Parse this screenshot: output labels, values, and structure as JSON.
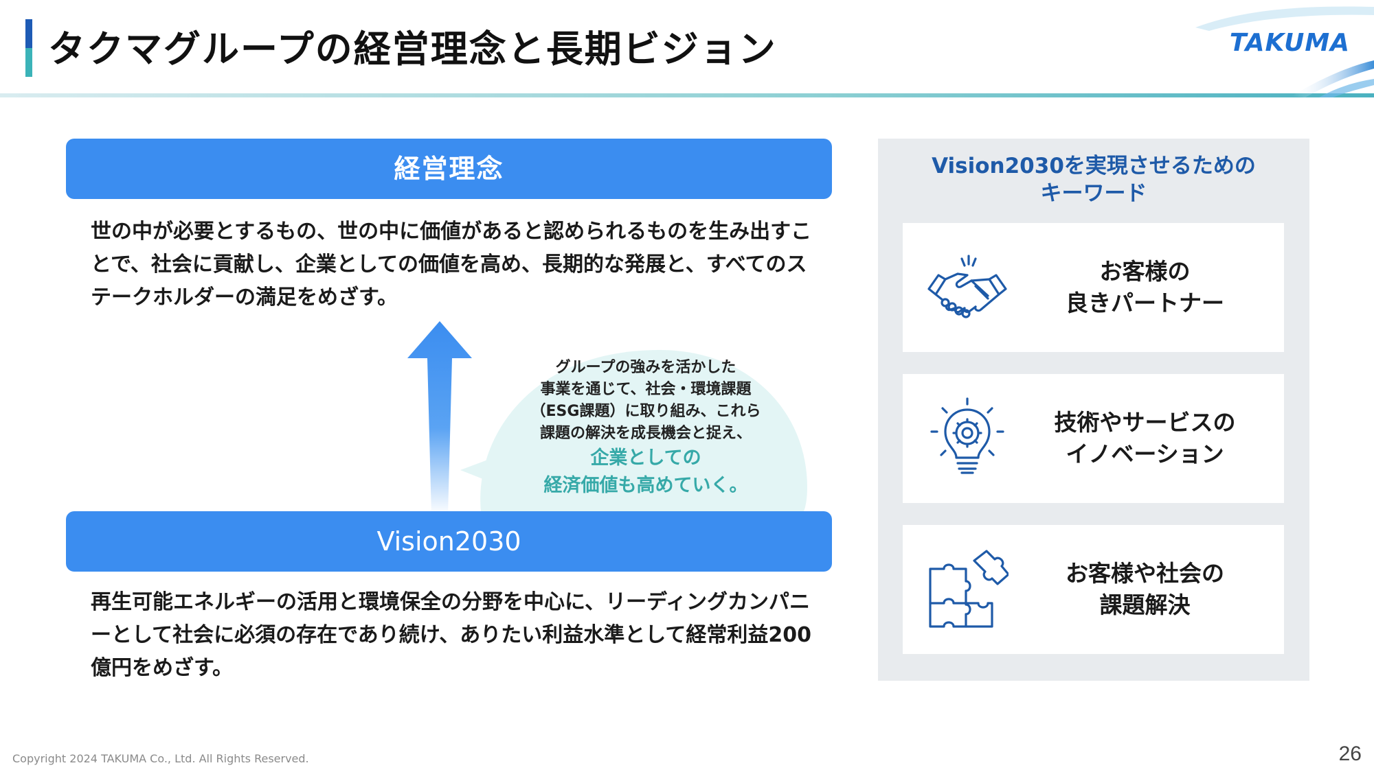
{
  "header": {
    "title": "タクマグループの経営理念と長期ビジョン",
    "logo_text": "TAKUMA"
  },
  "philosophy": {
    "heading": "経営理念",
    "text": "世の中が必要とするもの、世の中に価値があると認められるものを生み出すことで、社会に貢献し、企業としての価値を高め、長期的な発展と、すべてのステークホルダーの満足をめざす。"
  },
  "bubble": {
    "lines": [
      "グループの強みを活かした",
      "事業を通じて、社会・環境課題",
      "（ESG課題）に取り組み、これら",
      "課題の解決を成長機会と捉え、"
    ],
    "accent_lines": [
      "企業としての",
      "経済価値も高めていく。"
    ]
  },
  "vision": {
    "heading": "Vision2030",
    "text": "再生可能エネルギーの活用と環境保全の分野を中心に、リーディングカンパニーとして社会に必須の存在であり続け、ありたい利益水準として経常利益200億円をめざす。"
  },
  "keywords": {
    "heading_line1": "Vision2030を実現させるための",
    "heading_line2": "キーワード",
    "items": [
      {
        "line1": "お客様の",
        "line2": "良きパートナー",
        "icon": "handshake-icon"
      },
      {
        "line1": "技術やサービスの",
        "line2": "イノベーション",
        "icon": "lightbulb-gear-icon"
      },
      {
        "line1": "お客様や社会の",
        "line2": "課題解決",
        "icon": "puzzle-icon"
      }
    ]
  },
  "footer": {
    "copyright": "Copyright  2024 TAKUMA Co., Ltd.  All Rights Reserved.",
    "page_number": "26"
  },
  "colors": {
    "primary_blue": "#3b8df0",
    "navy": "#1e5aa8",
    "teal_accent": "#36a9a8",
    "bubble_fill": "#e3f5f5",
    "panel_gray": "#e8ebee"
  }
}
